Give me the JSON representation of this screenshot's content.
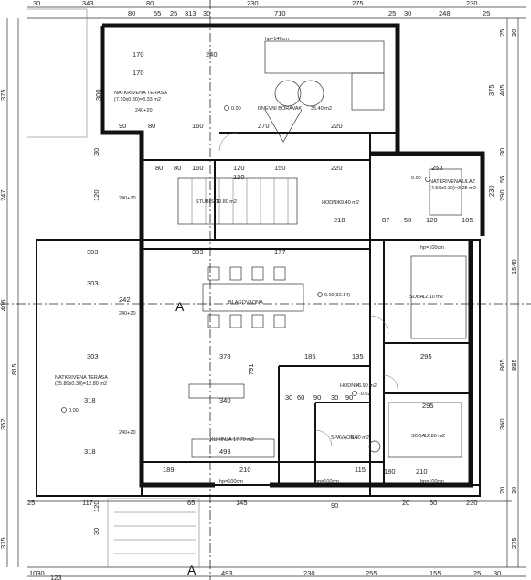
{
  "top_dims": [
    "30",
    "343",
    "80",
    "230",
    "275",
    "230",
    "80",
    "55",
    "25",
    "313",
    "30",
    "710",
    "25",
    "30",
    "248",
    "25"
  ],
  "left_dims": [
    "375",
    "247",
    "406",
    "815",
    "352",
    "375",
    "120",
    "30",
    "120",
    "30"
  ],
  "right_dims": [
    "25",
    "30",
    "375",
    "405",
    "30",
    "230",
    "55",
    "290",
    "1540",
    "865",
    "885",
    "360",
    "20",
    "30",
    "275"
  ],
  "bottom_dims": [
    "1030",
    "123",
    "493",
    "230",
    "255",
    "155",
    "25",
    "30"
  ],
  "interior_dims": [
    "170",
    "240",
    "170",
    "300",
    "90",
    "80",
    "160",
    "270",
    "220",
    "80",
    "80",
    "160",
    "120",
    "120",
    "150",
    "220",
    "253",
    "303",
    "333",
    "177",
    "218",
    "87",
    "58",
    "120",
    "105",
    "303",
    "242",
    "303",
    "378",
    "185",
    "135",
    "295",
    "318",
    "791",
    "340",
    "318",
    "493",
    "30",
    "60",
    "90",
    "30",
    "90",
    "295",
    "189",
    "210",
    "115",
    "117",
    "65",
    "145",
    "90",
    "20",
    "180",
    "230",
    "60",
    "25",
    "210"
  ],
  "rooms": {
    "terrace_nw": {
      "name": "NATKRIVENA TERASA",
      "area": "(7.10x0.30)=3.33 m2"
    },
    "living": {
      "name": "DNEVNI BORAVAK",
      "area": "35.40 m2"
    },
    "hall_north": {
      "name": "HODNIK",
      "area": "9.40 m2"
    },
    "terrace_ne": {
      "name": "NATKRIVENA ULAZ",
      "area": "(4.50x0.30)=3.25 m2"
    },
    "stairs": {
      "name": "STUBIŠTE",
      "area": "10.80 m2"
    },
    "dining": {
      "name": "BLAGOVAONA",
      "area": ""
    },
    "bath_east": {
      "name": "SOBA",
      "area": "12.10 m2"
    },
    "terrace_west": {
      "name": "NATKRIVENA TERASA",
      "area": "(25.80x0.30)=12.80 m2"
    },
    "kitchen": {
      "name": "KUHINJA",
      "area": "17.70 m2"
    },
    "hall_south": {
      "name": "HODNIK",
      "area": "6.90 m2"
    },
    "storage": {
      "name": "SPAVAONA",
      "area": "6.30 m2"
    },
    "room_se": {
      "name": "SOBA",
      "area": "12.80 m2"
    }
  },
  "levels": [
    "0.00",
    "0.00",
    "0.00",
    "0.00(32.14)",
    "-0.02"
  ],
  "window_tags": [
    "240+20",
    "240+20",
    "240+20",
    "240+20"
  ],
  "section_marks": [
    "A",
    "A"
  ],
  "notes": [
    "hp=140cm",
    "hp=100cm",
    "hp=100cm",
    "hp=100cm",
    "hp=100cm"
  ]
}
